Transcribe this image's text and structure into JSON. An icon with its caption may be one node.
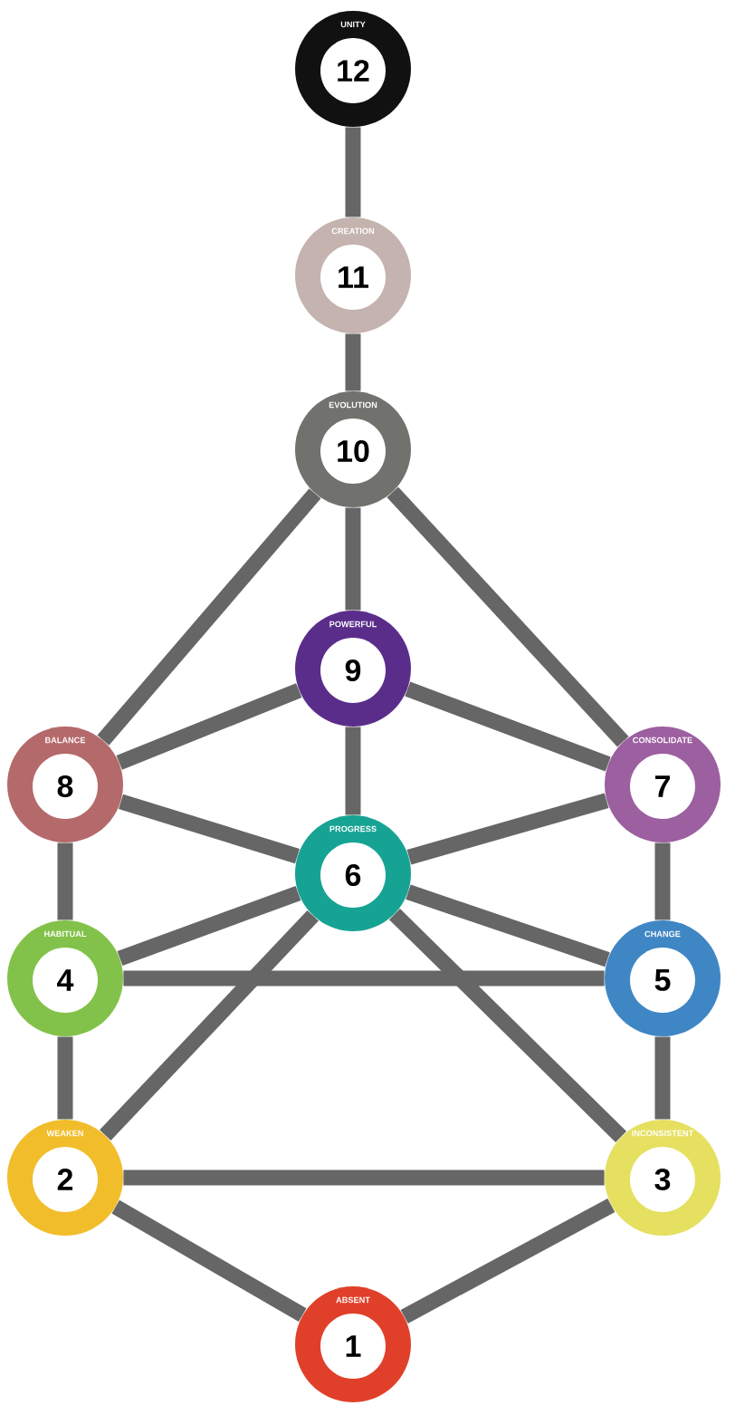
{
  "diagram": {
    "nodes": [
      {
        "text": [
          "UNITY",
          "12"
        ]
      },
      {
        "text": [
          "CREATION",
          "11"
        ]
      },
      {
        "text": [
          "EVOLUTION",
          "10"
        ]
      },
      {
        "text": [
          "POWERFUL",
          "9"
        ]
      },
      {
        "text": [
          "BALANCE",
          "8"
        ]
      },
      {
        "text": [
          "CONSOLIDATE",
          "7"
        ]
      },
      {
        "text": [
          "PROGRESS",
          "6"
        ]
      },
      {
        "text": [
          "HABITUAL",
          "4"
        ]
      },
      {
        "text": [
          "CHANGE",
          "5"
        ]
      },
      {
        "text": [
          "WEAKEN",
          "2"
        ]
      },
      {
        "text": [
          "INCONSISTENT",
          "3"
        ]
      },
      {
        "text": [
          "ABSENT",
          "1"
        ]
      }
    ],
    "edges": [
      {
        "from": 0,
        "to": 1,
        "arrow": "none"
      },
      {
        "from": 1,
        "to": 2,
        "arrow": "none"
      },
      {
        "from": 2,
        "to": 3,
        "arrow": "none"
      },
      {
        "from": 2,
        "to": 4,
        "arrow": "none"
      },
      {
        "from": 2,
        "to": 5,
        "arrow": "none"
      },
      {
        "from": 3,
        "to": 4,
        "arrow": "none"
      },
      {
        "from": 3,
        "to": 5,
        "arrow": "none"
      },
      {
        "from": 3,
        "to": 6,
        "arrow": "none"
      },
      {
        "from": 4,
        "to": 6,
        "arrow": "none"
      },
      {
        "from": 5,
        "to": 6,
        "arrow": "none"
      },
      {
        "from": 4,
        "to": 7,
        "arrow": "none"
      },
      {
        "from": 5,
        "to": 8,
        "arrow": "none"
      },
      {
        "from": 6,
        "to": 7,
        "arrow": "none"
      },
      {
        "from": 6,
        "to": 8,
        "arrow": "none"
      },
      {
        "from": 7,
        "to": 8,
        "arrow": "none"
      },
      {
        "from": 6,
        "to": 9,
        "arrow": "none"
      },
      {
        "from": 6,
        "to": 10,
        "arrow": "none"
      },
      {
        "from": 7,
        "to": 9,
        "arrow": "none"
      },
      {
        "from": 8,
        "to": 10,
        "arrow": "none"
      },
      {
        "from": 9,
        "to": 10,
        "arrow": "none"
      },
      {
        "from": 9,
        "to": 11,
        "arrow": "none"
      },
      {
        "from": 10,
        "to": 11,
        "arrow": "none"
      }
    ]
  }
}
